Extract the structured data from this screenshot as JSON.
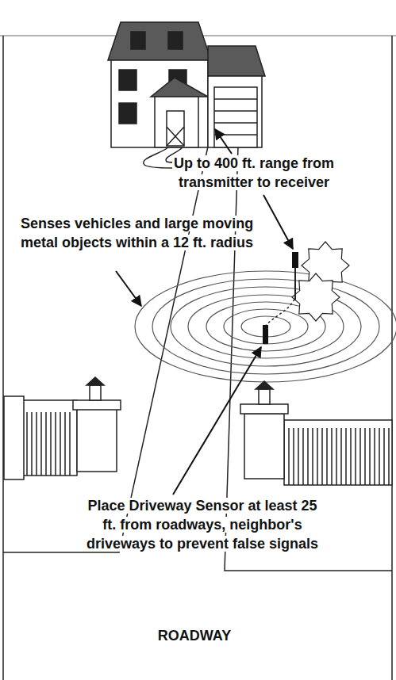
{
  "diagram": {
    "labels": [
      "Up to 400 ft. range from transmitter to receiver",
      "Senses vehicles and large moving metal objects within a 12 ft. radius",
      "Place Driveway Sensor at least 25 ft. from roadways, neighbor's driveways to prevent false signals",
      "ROADWAY"
    ]
  }
}
